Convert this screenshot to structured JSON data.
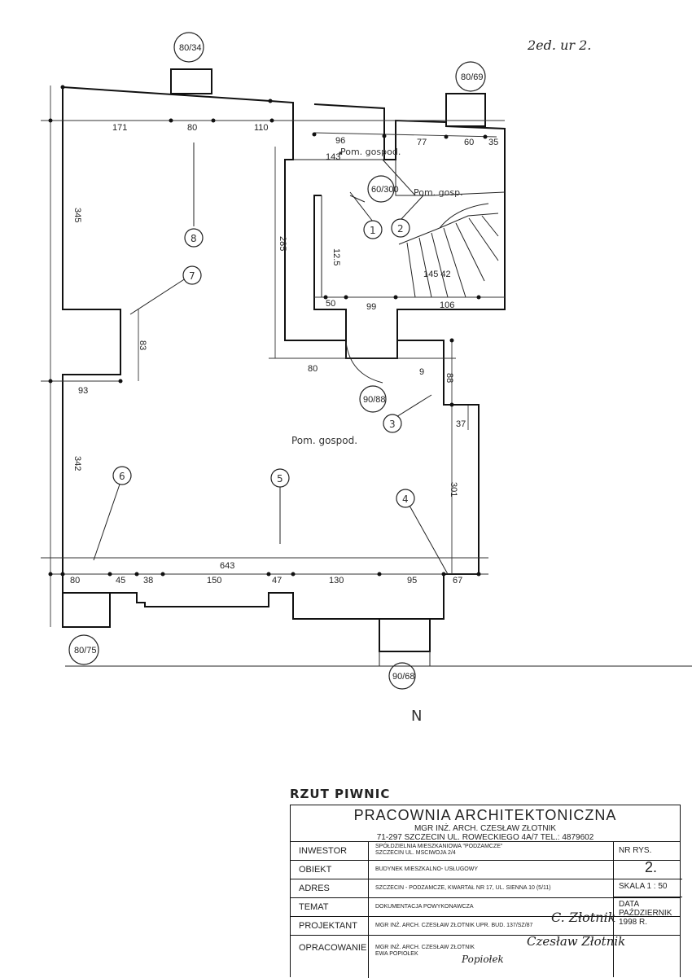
{
  "corner_note": "2ed. ur 2.",
  "plan": {
    "room_label_small": "Pom. gospod.",
    "room_label_gosp": "Pom. gosp.",
    "room_label_main": "Pom. gospod.",
    "dims_top": [
      "171",
      "80",
      "110"
    ],
    "dims_right_top": [
      "96",
      "77",
      "60",
      "35"
    ],
    "dims_left": [
      "345",
      "342"
    ],
    "dims_mid": [
      "285",
      "93",
      "80",
      "83",
      "9",
      "88",
      "37",
      "301",
      "99",
      "50",
      "106",
      "143",
      "145 42",
      "12.5"
    ],
    "dims_bottom": [
      "80",
      "45",
      "38",
      "150",
      "47",
      "130",
      "95",
      "67"
    ],
    "dim_total": "643",
    "window_marks": [
      "80/34",
      "80/69",
      "90/68",
      "60/300",
      "90/88",
      "80/75"
    ],
    "markers": [
      "1",
      "2",
      "3",
      "4",
      "5",
      "6",
      "7",
      "8"
    ],
    "north": "N"
  },
  "title": "RZUT PIWNIC",
  "firm": {
    "name": "PRACOWNIA ARCHITEKTONICZNA",
    "owner": "MGR INŻ. ARCH. CZESŁAW ZŁOTNIK",
    "address": "71-297 SZCZECIN UL. ROWECKIEGO 4A/7 TEL.: 4879602"
  },
  "rows": [
    {
      "label": "INWESTOR",
      "value": "SPÓŁDZIELNIA MIESZKANIOWA \"PODZAMCZE\"",
      "value2": "SZCZECIN UL. MSCIWOJA 2/4"
    },
    {
      "label": "OBIEKT",
      "value": "BUDYNEK MIESZKALNO- USŁUGOWY"
    },
    {
      "label": "ADRES",
      "value": "SZCZECIN - PODZAMCZE, KWARTAŁ NR 17, UL. SIENNA 10 (5/11)"
    },
    {
      "label": "TEMAT",
      "value": "DOKUMENTACJA POWYKONAWCZA"
    },
    {
      "label": "PROJEKTANT",
      "value": "MGR INŻ. ARCH. CZESŁAW ZŁOTNIK UPR. BUD. 137/SZ/87"
    },
    {
      "label": "OPRACOWANIE",
      "value": "MGR INŻ. ARCH. CZESŁAW ZŁOTNIK",
      "value2": "EWA POPIOŁEK"
    }
  ],
  "right": {
    "nr_label": "NR RYS.",
    "nr_value": "2.",
    "scale": "SKALA  1 : 50",
    "date_label": "DATA",
    "date_month": "PAŹDZIERNIK",
    "date_year": "1998 R."
  },
  "signatures": {
    "projektant": "C. Złotnik",
    "opracowanie_1": "Czesław Złotnik",
    "opracowanie_2": "Popiołek"
  }
}
